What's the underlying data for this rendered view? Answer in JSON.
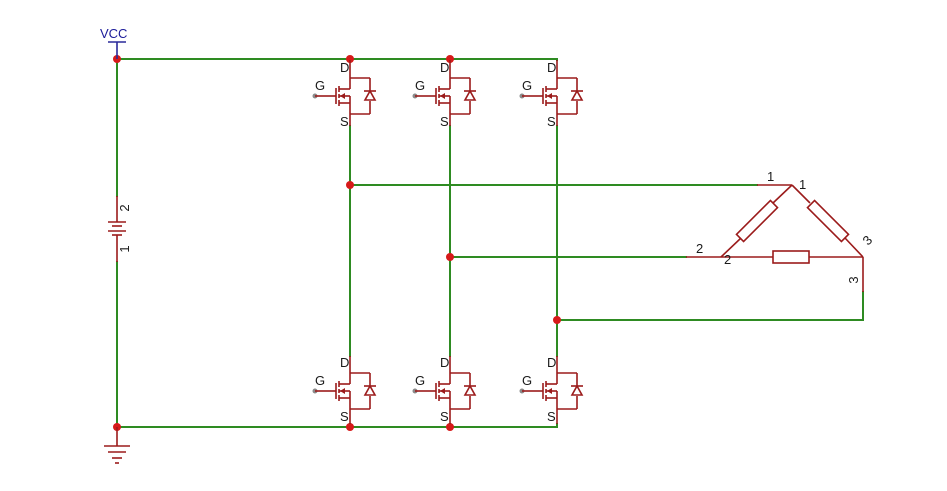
{
  "power": {
    "vcc_label": "VCC"
  },
  "battery": {
    "pin_top": "2",
    "pin_bottom": "1"
  },
  "mosfet": {
    "gate": "G",
    "drain": "D",
    "source": "S"
  },
  "load": {
    "terminals": [
      {
        "pin": "1",
        "node": "1"
      },
      {
        "pin": "2",
        "node": "2"
      },
      {
        "pin": "3",
        "node": "3"
      }
    ]
  },
  "colors": {
    "wire": "#2e8b22",
    "component": "#9b1b1b",
    "junction": "#d61a1a",
    "power_label": "#1b1b9a"
  }
}
